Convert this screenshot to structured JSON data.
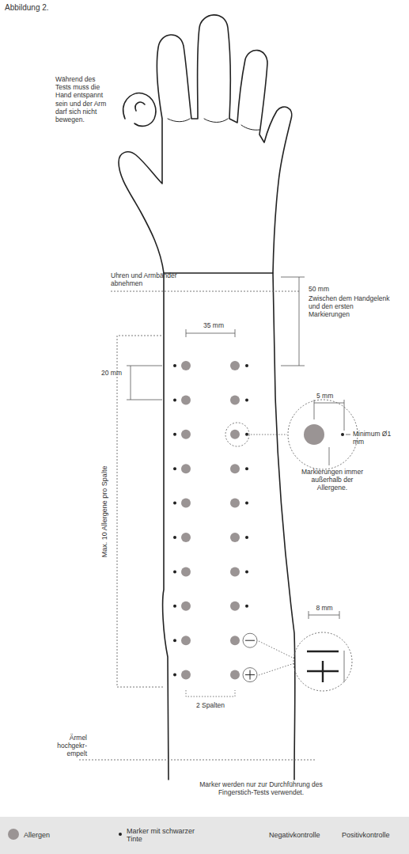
{
  "diagram": {
    "title": "Abbildung 2.",
    "labels": [
      "Während des Tests muss die Hand entspannt sein und der Arm darf sich nicht bewegen.",
      "Uhren und Armbänder abnehmen",
      "50 mm",
      "Zwischen dem Handgelenk und den ersten Markierungen",
      "35 mm",
      "20 mm",
      "5 mm",
      "Minimum Ø1 mm",
      "Markierungen immer außerhalb der Allergene.",
      "Max. 10 Allergene pro Spalte",
      "8 mm",
      "2 Spalten",
      "Ärmel hochgekr- empelt",
      "Marker werden nur zur Durchführung des Fingerstich-Tests verwendet."
    ],
    "legend": [
      {
        "text": "Allergen",
        "color": "#9a9494"
      },
      {
        "text": "Marker mit schwarzer Tinte",
        "color": "#222222"
      },
      {
        "text": "Negativkontrolle"
      },
      {
        "text": "Positivkontrolle"
      }
    ]
  }
}
